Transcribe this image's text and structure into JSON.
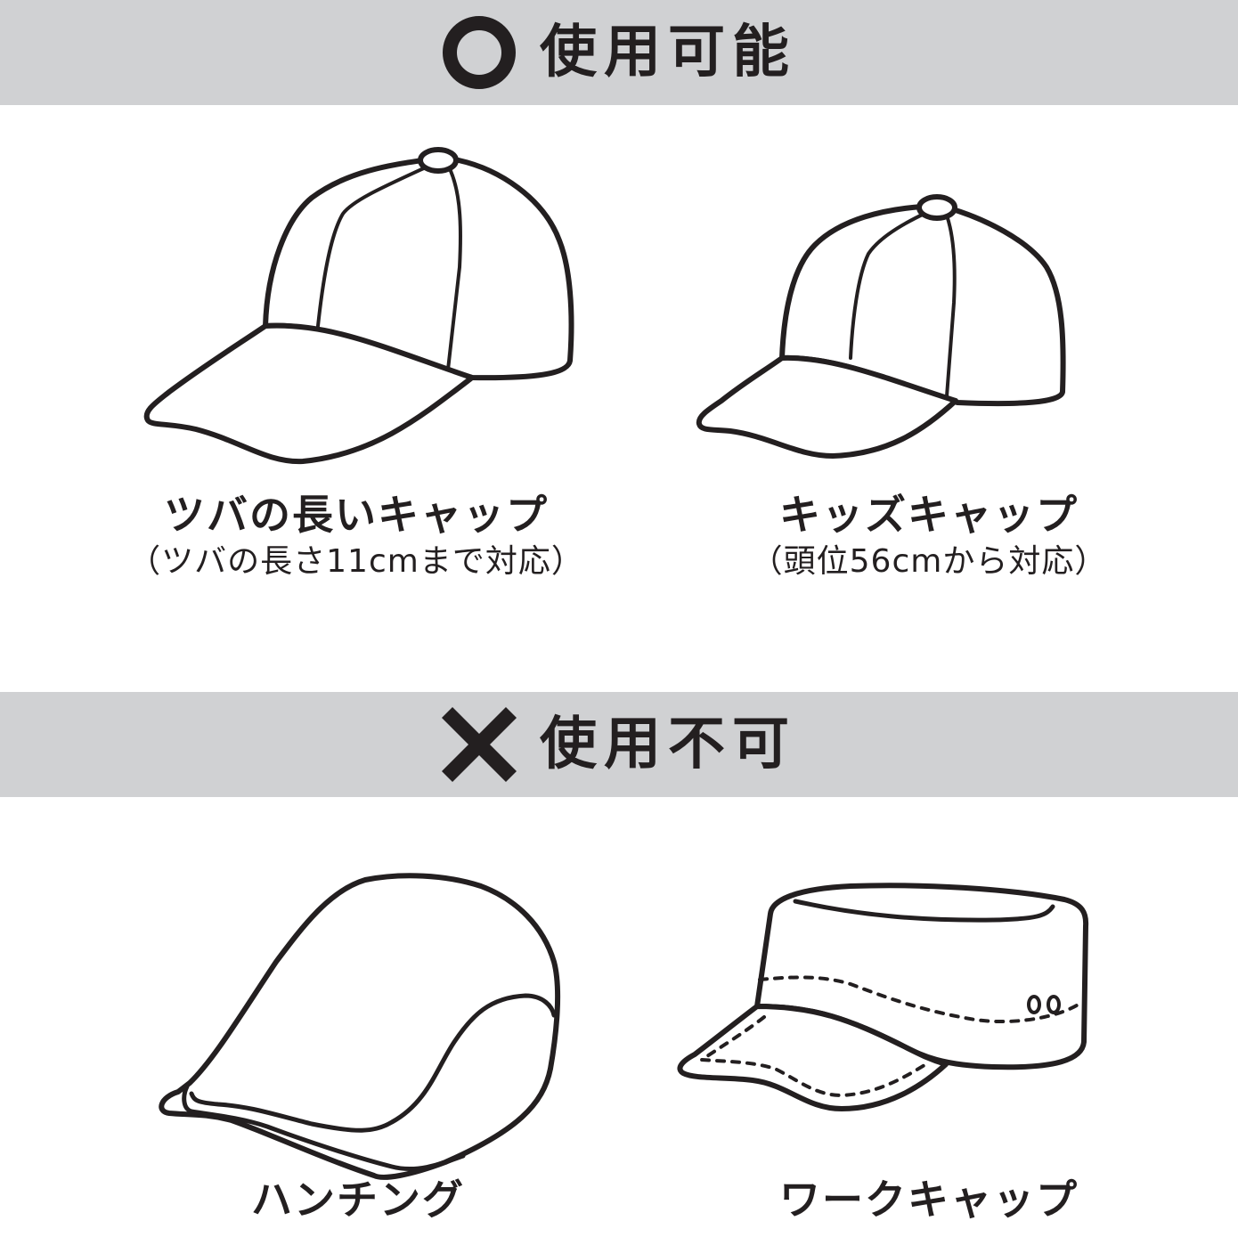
{
  "sections": {
    "usable": {
      "mark": "circle-icon",
      "title": "使用可能",
      "items": [
        {
          "name": "ツバの長いキャップ",
          "note": "（ツバの長さ11cmまで対応）",
          "icon": "long-brim-cap-icon"
        },
        {
          "name": "キッズキャップ",
          "note": "（頭位56cmから対応）",
          "icon": "kids-cap-icon"
        }
      ]
    },
    "unusable": {
      "mark": "cross-icon",
      "title": "使用不可",
      "items": [
        {
          "name": "ハンチング",
          "icon": "hunting-cap-icon"
        },
        {
          "name": "ワークキャップ",
          "icon": "work-cap-icon"
        }
      ]
    }
  },
  "colors": {
    "band_background": "#d0d1d3",
    "ink": "#231f20",
    "background": "#ffffff"
  }
}
